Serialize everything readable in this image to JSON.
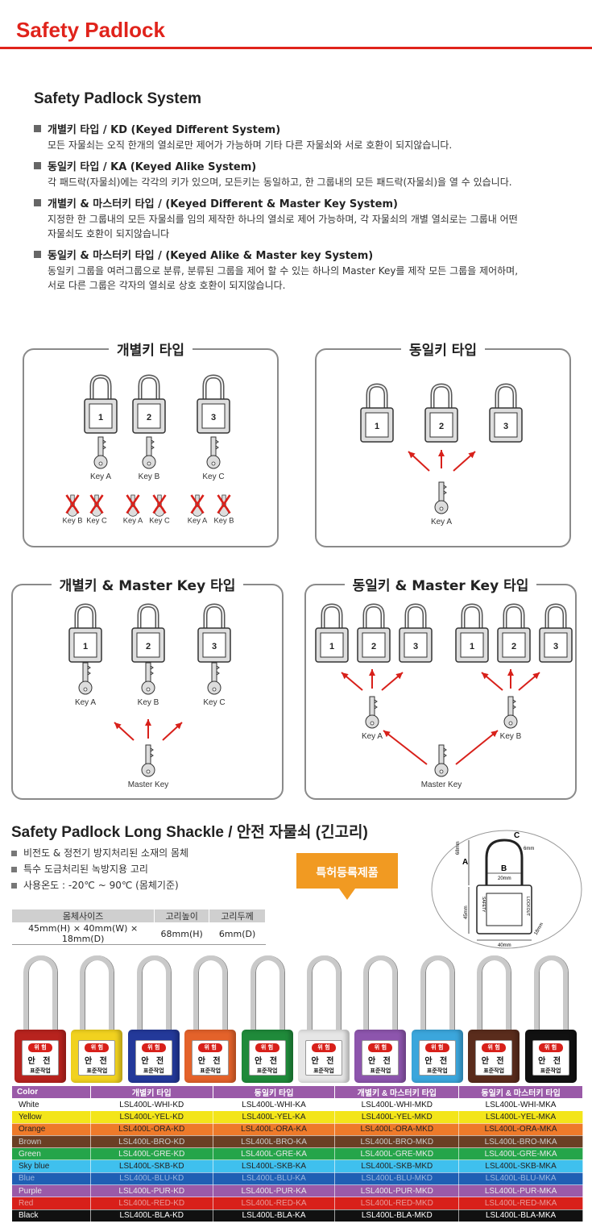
{
  "header": {
    "title": "Safety Padlock"
  },
  "system": {
    "title": "Safety Padlock System",
    "items": [
      {
        "heading": "개별키 타입  / KD (Keyed Different System)",
        "desc": [
          "모든 자물쇠는 오직 한개의 열쇠로만 제어가 가능하며 기타 다른 자물쇠와 서로 호환이 되지않습니다."
        ]
      },
      {
        "heading": "동일키 타입  / KA (Keyed Alike System)",
        "desc": [
          "각 패드락(자물쇠)에는 각각의 키가 있으며, 모든키는 동일하고, 한 그룹내의 모든 패드락(자물쇠)을 열 수 있습니다."
        ]
      },
      {
        "heading": "개별키 & 마스터키 타입 / (Keyed Different & Master Key System)",
        "desc": [
          "지정한 한 그룹내의 모든 자물쇠를 임의 제작한 하나의 열쇠로 제어 가능하며, 각 자물쇠의 개별 열쇠로는 그룹내 어떤",
          "자물쇠도 호환이 되지않습니다"
        ]
      },
      {
        "heading": "동일키 & 마스터키 타입 / (Keyed Alike & Master key System)",
        "desc": [
          "동일키 그룹을 여러그룹으로 분류, 분류된 그룹을 제어 할 수 있는 하나의 Master Key를 제작 모든 그룹을 제어하며,",
          "서로 다른 그룹은 각자의 열쇠로 상호 호환이 되지않습니다."
        ]
      }
    ]
  },
  "diagrams": {
    "kd": {
      "title": "개별키 타입",
      "keys": [
        "Key A",
        "Key B",
        "Key C"
      ],
      "crossed": [
        "Key B",
        "Key C",
        "Key A",
        "Key C",
        "Key A",
        "Key B"
      ]
    },
    "ka": {
      "title": "동일키 타입",
      "key": "Key A"
    },
    "kdmk": {
      "title": "개별키 & Master Key 타입",
      "keys": [
        "Key A",
        "Key B",
        "Key C"
      ],
      "master": "Master Key"
    },
    "kamk": {
      "title": "동일키 & Master Key 타입",
      "keys": [
        "Key A",
        "Key B"
      ],
      "master": "Master Key"
    },
    "lock_numbers": [
      "1",
      "2",
      "3"
    ]
  },
  "long_shackle": {
    "title": "Safety Padlock Long Shackle / 안전 자물쇠 (긴고리)",
    "bullets": [
      "비전도 & 정전기 방지처리된 소재의 몸체",
      "특수 도금처리된 녹방지용 고리",
      "사용온도 : -20℃  ~ 90℃ (몸체기준)"
    ],
    "spec_headers": [
      "몸체사이즈",
      "고리높이",
      "고리두께"
    ],
    "spec_values": [
      "45mm(H) × 40mm(W) × 18mm(D)",
      "68mm(H)",
      "6mm(D)"
    ],
    "patent": "특허등록제품",
    "dims": {
      "a": "A",
      "b": "B",
      "c": "C",
      "h68": "68mm",
      "h45": "45mm",
      "w20": "20mm",
      "w40": "40mm",
      "t6": "6mm",
      "d18": "18mm",
      "safety": "SAFETY",
      "lockout": "LOCKOUT"
    }
  },
  "lock_label": {
    "danger": "위 험",
    "an": "안 전",
    "std": "표준작업"
  },
  "lock_colors": [
    "#b8231e",
    "#f1d21f",
    "#23399a",
    "#e4622a",
    "#1f8a3a",
    "#e6e6e6",
    "#8d55ad",
    "#3ba6dc",
    "#5a2c1c",
    "#111111"
  ],
  "color_table": {
    "headers": [
      "Color",
      "개별키 타입",
      "동일키 타입",
      "개별키 & 마스터키 타입",
      "동일키 & 마스터키 타입"
    ],
    "rows": [
      {
        "bg": "#ffffff",
        "fg": "#111111",
        "cells": [
          "White",
          "LSL400L-WHI-KD",
          "LSL400L-WHI-KA",
          "LSL400L-WHI-MKD",
          "LSL400L-WHI-MKA"
        ]
      },
      {
        "bg": "#f3e51a",
        "fg": "#222222",
        "cells": [
          "Yellow",
          "LSL400L-YEL-KD",
          "LSL400L-YEL-KA",
          "LSL400L-YEL-MKD",
          "LSL400L-YEL-MKA"
        ]
      },
      {
        "bg": "#ee7a2a",
        "fg": "#222222",
        "cells": [
          "Orange",
          "LSL400L-ORA-KD",
          "LSL400L-ORA-KA",
          "LSL400L-ORA-MKD",
          "LSL400L-ORA-MKA"
        ]
      },
      {
        "bg": "#6b3f24",
        "fg": "#cccccc",
        "cells": [
          "Brown",
          "LSL400L-BRO-KD",
          "LSL400L-BRO-KA",
          "LSL400L-BRO-MKD",
          "LSL400L-BRO-MKA"
        ]
      },
      {
        "bg": "#25a54a",
        "fg": "#e8e8e8",
        "cells": [
          "Green",
          "LSL400L-GRE-KD",
          "LSL400L-GRE-KA",
          "LSL400L-GRE-MKD",
          "LSL400L-GRE-MKA"
        ]
      },
      {
        "bg": "#3fc0ee",
        "fg": "#222222",
        "cells": [
          "Sky blue",
          "LSL400L-SKB-KD",
          "LSL400L-SKB-KA",
          "LSL400L-SKB-MKD",
          "LSL400L-SKB-MKA"
        ]
      },
      {
        "bg": "#1f5fb4",
        "fg": "#9cb8e0",
        "cells": [
          "Blue",
          "LSL400L-BLU-KD",
          "LSL400L-BLU-KA",
          "LSL400L-BLU-MKD",
          "LSL400L-BLU-MKA"
        ]
      },
      {
        "bg": "#9a5aa8",
        "fg": "#e8e8e8",
        "cells": [
          "Purple",
          "LSL400L-PUR-KD",
          "LSL400L-PUR-KA",
          "LSL400L-PUR-MKD",
          "LSL400L-PUR-MKA"
        ]
      },
      {
        "bg": "#d8201a",
        "fg": "#e89a9a",
        "cells": [
          "Red",
          "LSL400L-RED-KD",
          "LSL400L-RED-KA",
          "LSL400L-RED-MKD",
          "LSL400L-RED-MKA"
        ]
      },
      {
        "bg": "#111111",
        "fg": "#ffffff",
        "cells": [
          "Black",
          "LSL400L-BLA-KD",
          "LSL400L-BLA-KA",
          "LSL400L-BLA-MKD",
          "LSL400L-BLA-MKA"
        ]
      }
    ]
  }
}
